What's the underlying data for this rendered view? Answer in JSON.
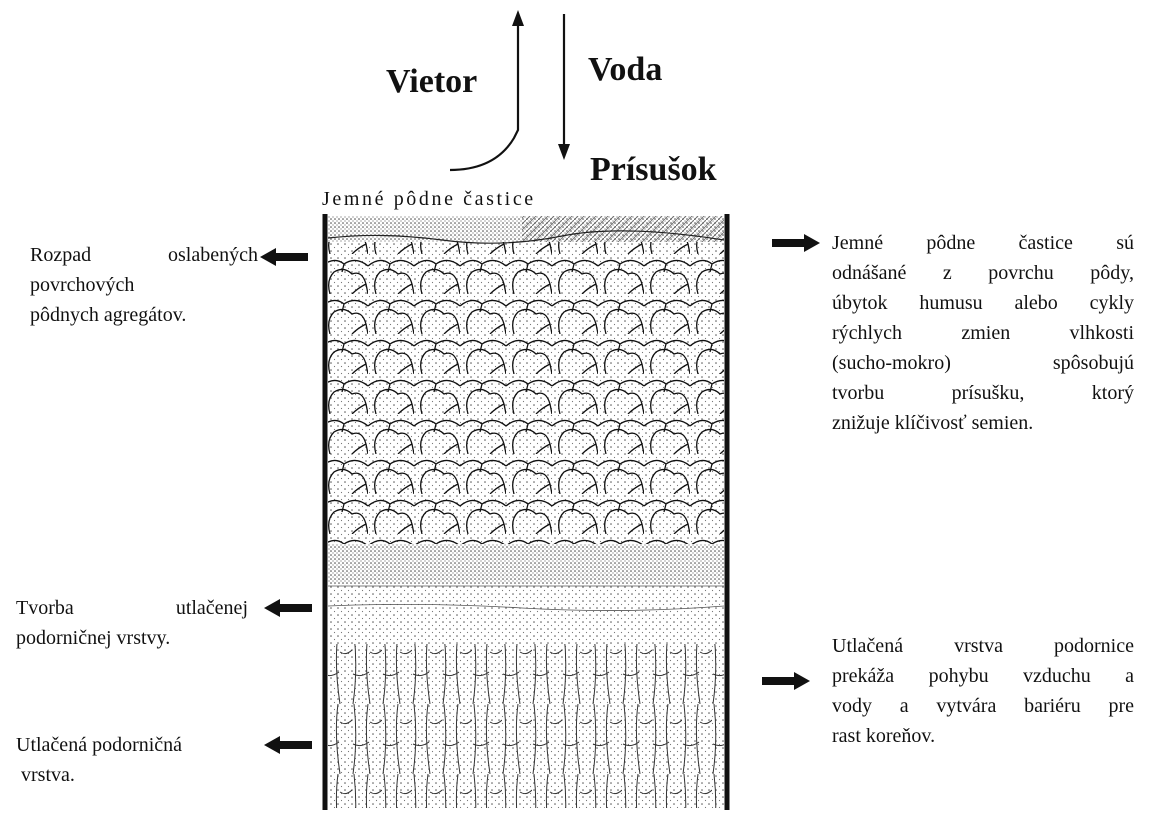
{
  "top_labels": {
    "wind": "Vietor",
    "water": "Voda",
    "crust": "Prísušok",
    "fine_particles": "Jemné pôdne častice"
  },
  "left_labels": {
    "aggregates": [
      "Rozpad oslabených",
      "povrchových",
      "pôdnych agregátov."
    ],
    "compacted_forming": [
      "Tvorba utlačenej",
      "podorničnej vrstvy."
    ],
    "compacted_layer": [
      "Utlačená podorničná",
      "vrstva."
    ]
  },
  "right_labels": {
    "crust_effect": [
      "Jemné pôdne častice sú",
      "odnášané z povrchu pôdy,",
      "úbytok humusu alebo cykly",
      "rýchlych zmien vlhkosti",
      "(sucho-mokro) spôsobujú",
      "tvorbu prísušku, ktorý",
      "znižuje klíčivosť semien."
    ],
    "barrier_effect": [
      "Utlačená vrstva podornice",
      "prekáža pohybu vzduchu a",
      "vody a vytvára bariéru pre",
      "rast koreňov."
    ]
  }
}
